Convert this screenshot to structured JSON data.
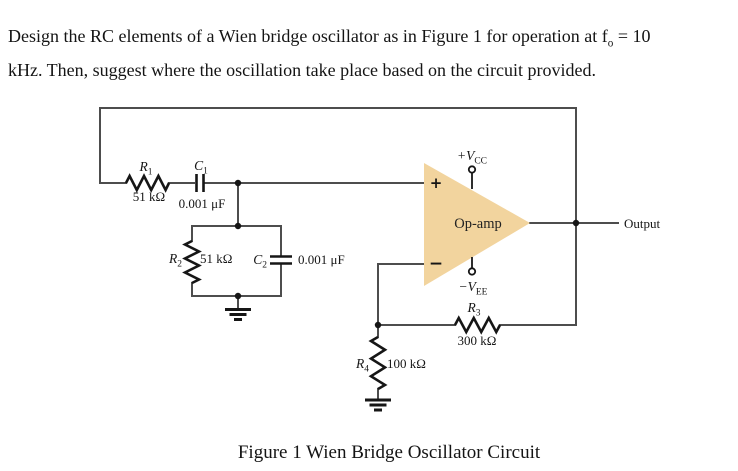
{
  "problem": {
    "line1_pre": "Design the RC elements of a Wien bridge oscillator as in Figure 1 for operation at f",
    "line1_sub": "o",
    "line1_post": " = 10",
    "line2": "kHz. Then, suggest where the oscillation take place based on the circuit provided."
  },
  "caption": "Figure 1 Wien Bridge Oscillator Circuit",
  "colors": {
    "opamp_fill": "#f2d49e",
    "wire": "#4d4d4d",
    "symbol": "#161616"
  },
  "components": {
    "r1": {
      "label": "R",
      "sub": "1",
      "value": "51 kΩ"
    },
    "c1": {
      "label": "C",
      "sub": "1",
      "value": "0.001 μF"
    },
    "r2": {
      "label": "R",
      "sub": "2",
      "value": "51 kΩ"
    },
    "c2": {
      "label": "C",
      "sub": "2",
      "value": "0.001 μF"
    },
    "r3": {
      "label": "R",
      "sub": "3",
      "value": "300 kΩ"
    },
    "r4": {
      "label": "R",
      "sub": "4",
      "value": "100 kΩ"
    }
  },
  "opamp": {
    "label": "Op-amp",
    "plus": "+",
    "minus": "−",
    "vcc_prefix": "+V",
    "vcc_sub": "CC",
    "vee_prefix": "−V",
    "vee_sub": "EE"
  },
  "output_label": "Output"
}
